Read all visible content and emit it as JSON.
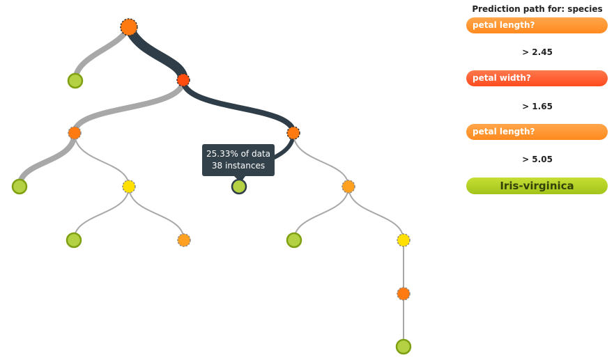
{
  "tooltip": {
    "line1": "25.33% of data",
    "line2": "38 instances"
  },
  "panel": {
    "title": "Prediction path for: species",
    "steps": [
      {
        "question": "petal length?",
        "condition": "> 2.45",
        "color": "#ff8c22"
      },
      {
        "question": "petal width?",
        "condition": "> 1.65",
        "color": "#ff5522"
      },
      {
        "question": "petal length?",
        "condition": "> 5.05",
        "color": "#ff8c22"
      }
    ],
    "prediction": "Iris-virginica"
  },
  "colors": {
    "leaf_green": "#b3d143",
    "split_orange": "#ff7a10",
    "split_red_orange": "#ff4d10",
    "split_light_orange": "#ffa020",
    "split_yellow": "#ffe000",
    "path_dark": "#2e3d47",
    "edge_gray": "#a8a8a8"
  }
}
